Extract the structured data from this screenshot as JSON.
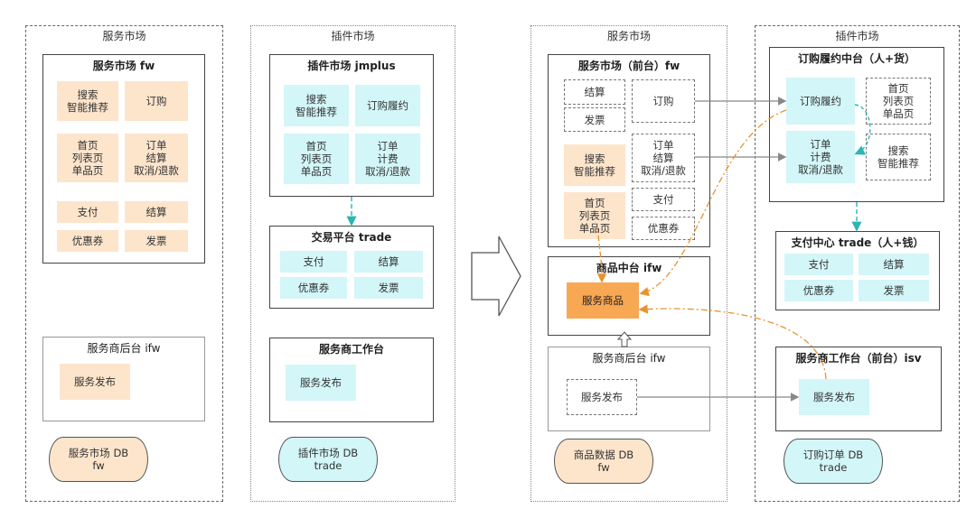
{
  "left_zone1": {
    "title": "服务市场",
    "panel1": {
      "title": "服务市场 fw",
      "boxes": [
        "搜索\n智能推荐",
        "订购",
        "首页\n列表页\n单品页",
        "订单\n结算\n取消/退款",
        "支付",
        "结算",
        "优惠券",
        "发票"
      ]
    },
    "panel2": {
      "title": "服务商后台 ifw",
      "box": "服务发布"
    },
    "db": "服务市场 DB\nfw"
  },
  "left_zone2": {
    "title": "插件市场",
    "panel1": {
      "title": "插件市场 jmplus",
      "boxes": [
        "搜索\n智能推荐",
        "订购履约",
        "首页\n列表页\n单品页",
        "订单\n计费\n取消/退款"
      ]
    },
    "panel2": {
      "title": "交易平台 trade",
      "boxes": [
        "支付",
        "结算",
        "优惠券",
        "发票"
      ]
    },
    "panel3": {
      "title": "服务商工作台",
      "box": "服务发布"
    },
    "db": "插件市场 DB\ntrade"
  },
  "right_zone1": {
    "title": "服务市场",
    "panel1": {
      "title": "服务市场（前台）fw",
      "boxes": [
        "结算",
        "发票",
        "订购",
        "搜索\n智能推荐",
        "订单\n结算\n取消/退款",
        "首页\n列表页\n单品页",
        "支付",
        "优惠券"
      ]
    },
    "panel2": {
      "title": "商品中台 ifw",
      "box": "服务商品"
    },
    "panel3": {
      "title": "服务商后台 ifw",
      "box": "服务发布"
    },
    "db": "商品数据 DB\nfw"
  },
  "right_zone2": {
    "title": "插件市场",
    "panel1": {
      "title": "订购履约中台（人+货）",
      "boxes": [
        "订购履约",
        "首页\n列表页\n单品页",
        "订单\n计费\n取消/退款",
        "搜索\n智能推荐"
      ]
    },
    "panel2": {
      "title": "支付中心 trade（人+钱）",
      "boxes": [
        "支付",
        "结算",
        "优惠券",
        "发票"
      ]
    },
    "panel3": {
      "title": "服务商工作台（前台）isv",
      "box": "服务发布"
    },
    "db": "订购订单 DB\ntrade"
  },
  "colors": {
    "peach": "#fde5cc",
    "cyan": "#d3f6f8",
    "orange": "#f8a753",
    "teal_arrow": "#2bb5b5",
    "orange_arrow": "#e8932f",
    "gray_arrow": "#888888"
  }
}
